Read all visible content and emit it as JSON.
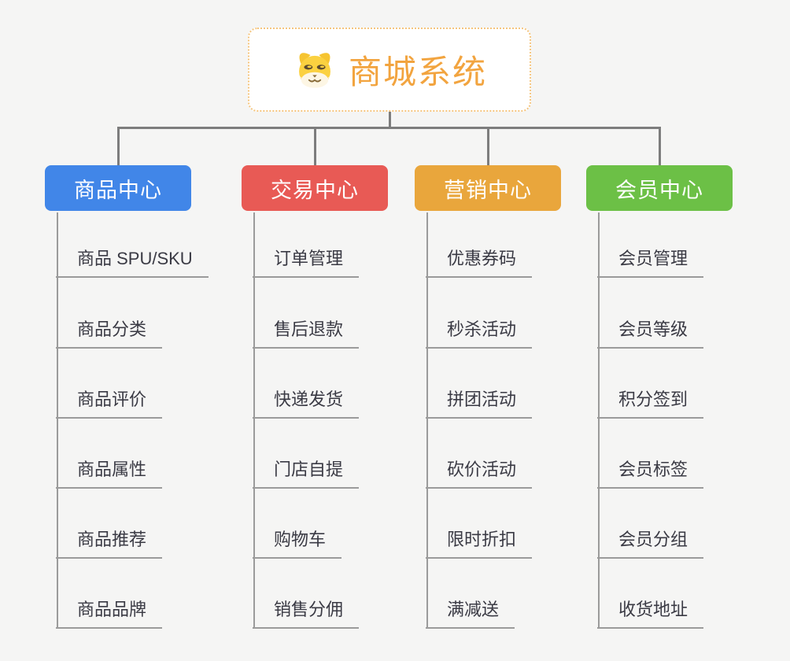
{
  "root": {
    "title": "商城系统",
    "icon": "dog-face-icon",
    "accent_color": "#f2a43f",
    "border_color": "#f5c57e"
  },
  "connector_color": "#7d7d7d",
  "branches": [
    {
      "label": "商品中心",
      "color": "#4186e8",
      "items": [
        "商品 SPU/SKU",
        "商品分类",
        "商品评价",
        "商品属性",
        "商品推荐",
        "商品品牌"
      ]
    },
    {
      "label": "交易中心",
      "color": "#e85a55",
      "items": [
        "订单管理",
        "售后退款",
        "快递发货",
        "门店自提",
        "购物车",
        "销售分佣"
      ]
    },
    {
      "label": "营销中心",
      "color": "#e9a63c",
      "items": [
        "优惠券码",
        "秒杀活动",
        "拼团活动",
        "砍价活动",
        "限时折扣",
        "满减送"
      ]
    },
    {
      "label": "会员中心",
      "color": "#6cc046",
      "items": [
        "会员管理",
        "会员等级",
        "积分签到",
        "会员标签",
        "会员分组",
        "收货地址"
      ]
    }
  ]
}
